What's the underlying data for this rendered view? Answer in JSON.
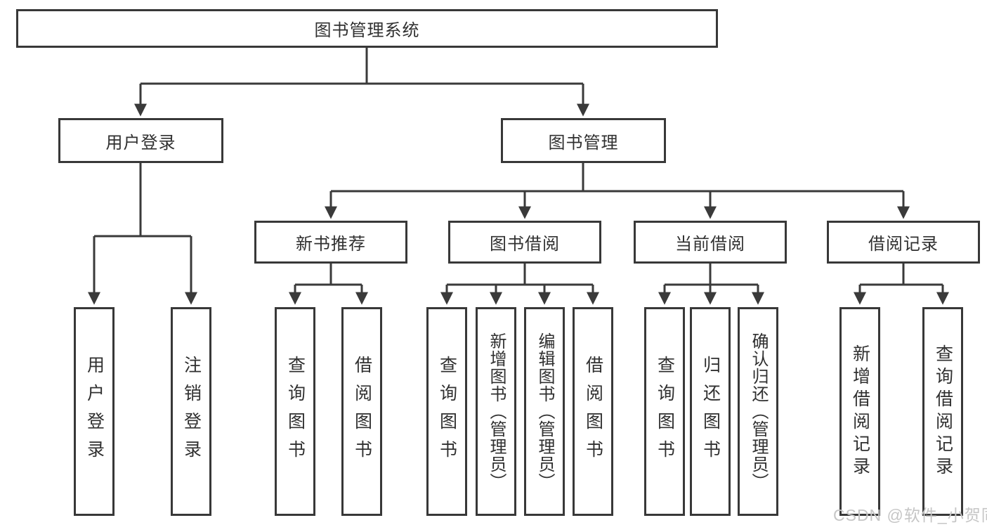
{
  "title": "图书管理系统",
  "level2": [
    {
      "label": "用户登录"
    },
    {
      "label": "图书管理"
    }
  ],
  "level3": [
    {
      "label": "新书推荐"
    },
    {
      "label": "图书借阅"
    },
    {
      "label": "当前借阅"
    },
    {
      "label": "借阅记录"
    }
  ],
  "leaves": {
    "user": [
      "用户登录",
      "注销登录"
    ],
    "recommend": [
      "查询图书",
      "借阅图书"
    ],
    "borrow": [
      "查询图书",
      "新增图书（管理员）",
      "编辑图书（管理员）",
      "借阅图书"
    ],
    "current": [
      "查询图书",
      "归还图书",
      "确认归还（管理员）"
    ],
    "records": [
      "新增借阅记录",
      "查询借阅记录"
    ]
  },
  "watermark": "CSDN @软件_小贺同学",
  "colors": {
    "line": "#3a3a3a",
    "border": "#383838",
    "text": "#303030",
    "watermark": "#c6c6c6",
    "background": "#ffffff"
  }
}
